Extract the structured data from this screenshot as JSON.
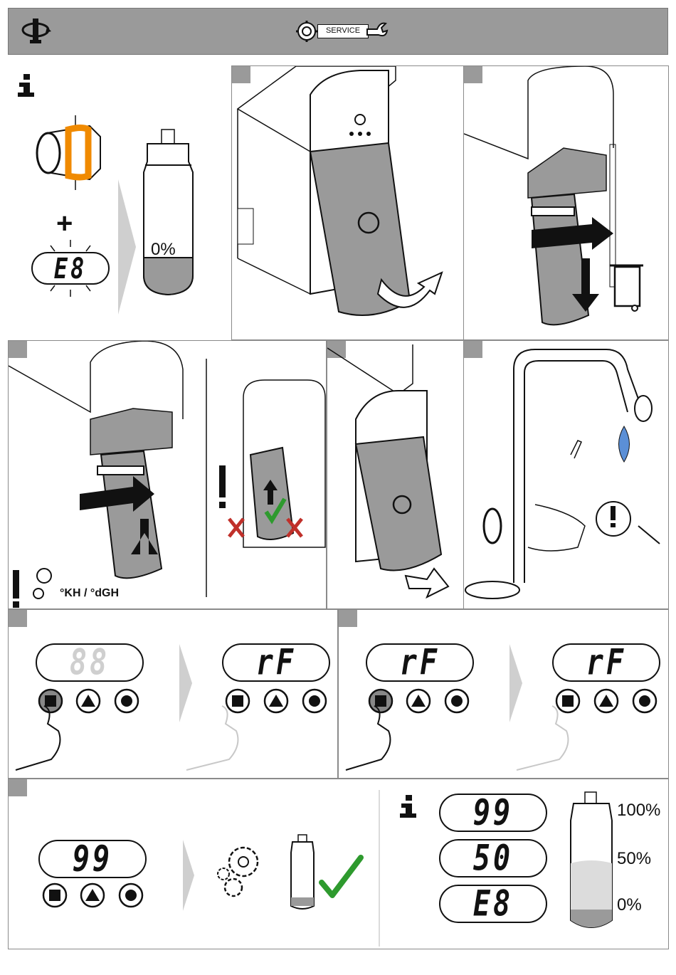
{
  "header": {
    "service_label": "SERVICE"
  },
  "panel_info": {
    "filter_level": "0%",
    "display_code": "E8"
  },
  "panel_install": {
    "hardness_units": "°KH / °dGH"
  },
  "panel_reset_a": {
    "display_before": "88",
    "display_after": "rF"
  },
  "panel_reset_b": {
    "display_before": "rF",
    "display_after": "rF"
  },
  "panel_confirm": {
    "display_value": "99"
  },
  "panel_levels": {
    "displays": [
      "99",
      "50",
      "E8"
    ],
    "levels": [
      "100%",
      "50%",
      "0%"
    ]
  },
  "colors": {
    "accent_orange": "#f08a00",
    "check_green": "#2e9a2e",
    "cross_red": "#c0302a",
    "water_blue": "#5b8fd6"
  }
}
